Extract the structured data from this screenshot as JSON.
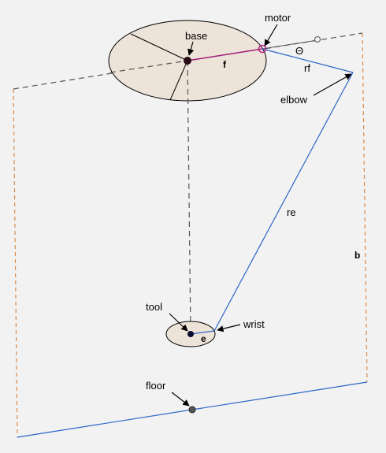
{
  "labels": {
    "base": "base",
    "motor": "motor",
    "f": "f",
    "theta": "Θ",
    "rf": "rf",
    "elbow": "elbow",
    "re": "re",
    "b": "b",
    "tool": "tool",
    "wrist": "wrist",
    "e": "e",
    "floor": "floor"
  },
  "colors": {
    "background": "#f2f2f2",
    "platform_fill": "#ede3d9",
    "arm_blue": "#2c66c8",
    "motor_magenta": "#a0207a",
    "dashed_orange": "#d98a4a",
    "dashed_gray": "#555555"
  }
}
